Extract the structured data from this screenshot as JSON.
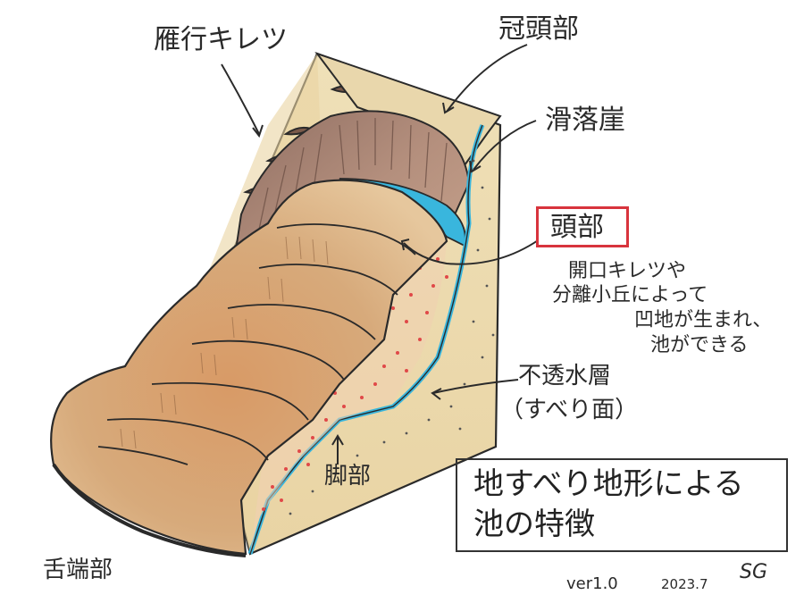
{
  "labels": {
    "echelon_cracks": "雁行キレツ",
    "crown": "冠頭部",
    "main_scarp": "滑落崖",
    "head": "頭部",
    "head_note": [
      "開口キレツや",
      "分離小丘によって",
      "凹地が生まれ、",
      "池ができる"
    ],
    "impermeable_layer": [
      "不透水層",
      "（すべり面）"
    ],
    "foot": "脚部",
    "toe": "舌端部"
  },
  "title": [
    "地すべり地形による",
    "池の特徴"
  ],
  "footer": {
    "version": "ver1.0",
    "date": "2023.7",
    "signature": "SG"
  },
  "colors": {
    "outline": "#2a2a2a",
    "sediment_light": "#e8d3a6",
    "landslide_body": "#d4a070",
    "scarp_brown": "#a98675",
    "water_blue": "#39b6dd",
    "red_dots": "#e04848",
    "highlight_red": "#d8343d"
  }
}
